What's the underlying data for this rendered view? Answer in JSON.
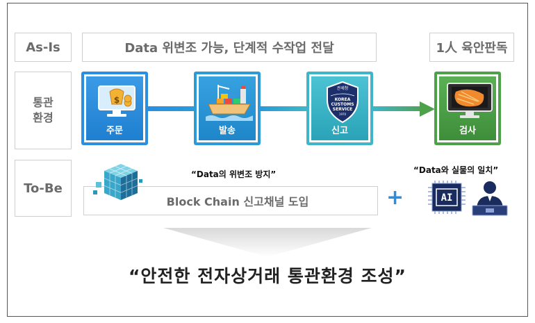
{
  "rows": {
    "as_is": "As-Is",
    "customs_env": [
      "통관",
      "환경"
    ],
    "to_be": "To-Be"
  },
  "as_is_bar": "Data 위변조 가능, 단계적 수작업 전달",
  "as_is_right": "1人 육안판독",
  "steps": [
    {
      "label": "주문",
      "icon": "money-monitor-icon"
    },
    {
      "label": "발송",
      "icon": "cargo-ship-icon"
    },
    {
      "label": "신고",
      "icon": "customs-badge-icon"
    },
    {
      "label": "검사",
      "icon": "inspection-monitor-icon"
    }
  ],
  "badge": {
    "top": "관세청",
    "line1": "KOREA",
    "line2": "CUSTOMS",
    "line3": "SERVICE",
    "year": "1970"
  },
  "blockchain": {
    "quote": "“Data의 위변조 방지”",
    "bar": "Block Chain 신고채널 도입"
  },
  "ai": {
    "quote": "“Data와 실물의 일치”",
    "chip_text": "AI"
  },
  "plus": "+",
  "conclusion": "“안전한 전자상거래 통관환경 조성”",
  "colors": {
    "blue": "#2a8fe0",
    "teal": "#3fb6c8",
    "green": "#4ea14a",
    "grey_text": "#6b6b6b"
  }
}
